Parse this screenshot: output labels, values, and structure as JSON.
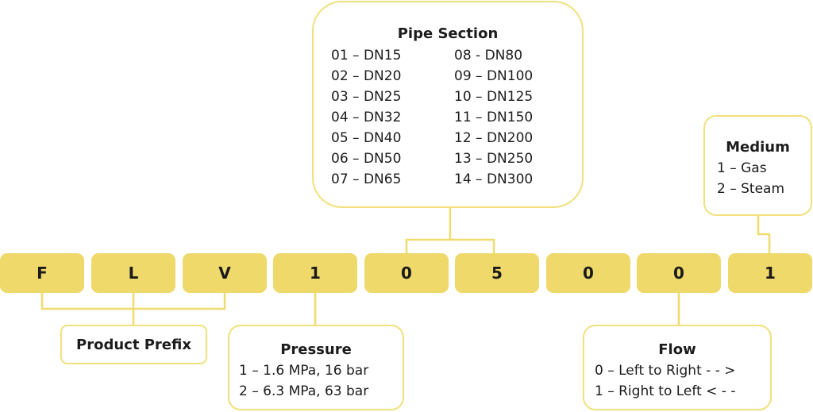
{
  "code_blocks": [
    {
      "char": "F"
    },
    {
      "char": "L"
    },
    {
      "char": "V"
    },
    {
      "char": "1"
    },
    {
      "char": "0"
    },
    {
      "char": "5"
    },
    {
      "char": "0"
    },
    {
      "char": "0"
    },
    {
      "char": "1"
    }
  ],
  "pipe_section": {
    "title": "Pipe Section",
    "col1": [
      "01 – DN15",
      "02 – DN20",
      "03 – DN25",
      "04 – DN32",
      "05 – DN40",
      "06 – DN50",
      "07 – DN65"
    ],
    "col2": [
      "08 - DN80",
      "09 – DN100",
      "10 – DN125",
      "11 – DN150",
      "12 – DN200",
      "13 – DN250",
      "14 – DN300"
    ]
  },
  "medium": {
    "title": "Medium",
    "options": [
      "1 – Gas",
      "2 – Steam"
    ]
  },
  "product_prefix": {
    "title": "Product Prefix"
  },
  "pressure": {
    "title": "Pressure",
    "options": [
      "1 – 1.6 MPa, 16 bar",
      "2 – 6.3 MPa, 63 bar"
    ]
  },
  "flow": {
    "title": "Flow",
    "options": [
      "0 – Left to Right - - >",
      "1 – Right to Left < - -"
    ]
  },
  "colors": {
    "block_fill": "#efd96a",
    "box_border": "#f2e07c",
    "connector": "#f0dc6e"
  }
}
